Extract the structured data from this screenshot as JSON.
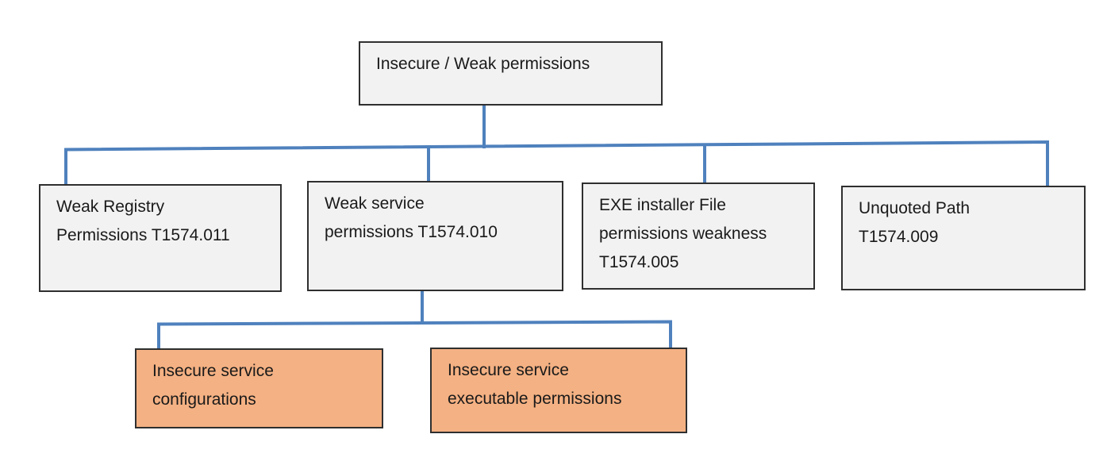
{
  "diagram": {
    "type": "org-chart",
    "root": {
      "label": "Insecure / Weak permissions"
    },
    "children": [
      {
        "label": "Weak Registry\nPermissions T1574.011"
      },
      {
        "label": "Weak service\npermissions T1574.010"
      },
      {
        "label": "EXE installer File\npermissions weakness\nT1574.005"
      },
      {
        "label": "Unquoted Path\nT1574.009"
      }
    ],
    "grandchildren": [
      {
        "label": "Insecure service\nconfigurations"
      },
      {
        "label": "Insecure service\nexecutable permissions"
      }
    ],
    "colors": {
      "node_fill": "#f2f2f2",
      "node_border": "#2f2f2f",
      "highlight_fill": "#f4b183",
      "connector": "#4f81bd",
      "background": "#ffffff",
      "text": "#1a1a1a"
    }
  }
}
